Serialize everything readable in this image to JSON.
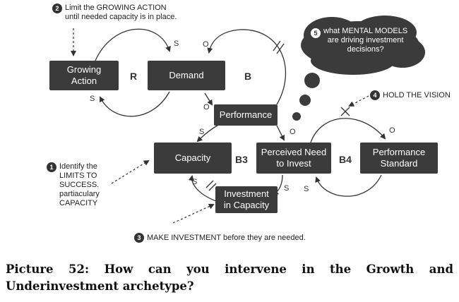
{
  "nodes": {
    "growing_action": "Growing\nAction",
    "demand": "Demand",
    "performance": "Performance",
    "capacity": "Capacity",
    "perceived_need": "Perceived Need\nto Invest",
    "performance_standard": "Performance\nStandard",
    "investment": "Investment\nin Capacity"
  },
  "loops": {
    "r": "R",
    "b1": "B",
    "b3": "B3",
    "b4": "B4"
  },
  "polarities": {
    "s": "S",
    "o": "O"
  },
  "interventions": [
    {
      "num": "1",
      "text": "Identify the\nLIMITS TO\nSUCCESS.\npartiaculary\nCAPACITY"
    },
    {
      "num": "2",
      "text": "Limit the GROWING ACTION\nuntil needed capacity is in place."
    },
    {
      "num": "3",
      "text": "MAKE INVESTMENT before they are needed."
    },
    {
      "num": "4",
      "text": "HOLD THE VISION"
    },
    {
      "num": "5",
      "text": "what MENTAL MODELS\nare driving investment\ndecisions?"
    }
  ],
  "caption": "Picture 52: How can you intervene in the Growth and Underinvestment archetype?",
  "colors": {
    "box": "#3b3b3b",
    "cloud": "#3b3b3b",
    "line": "#333333"
  }
}
